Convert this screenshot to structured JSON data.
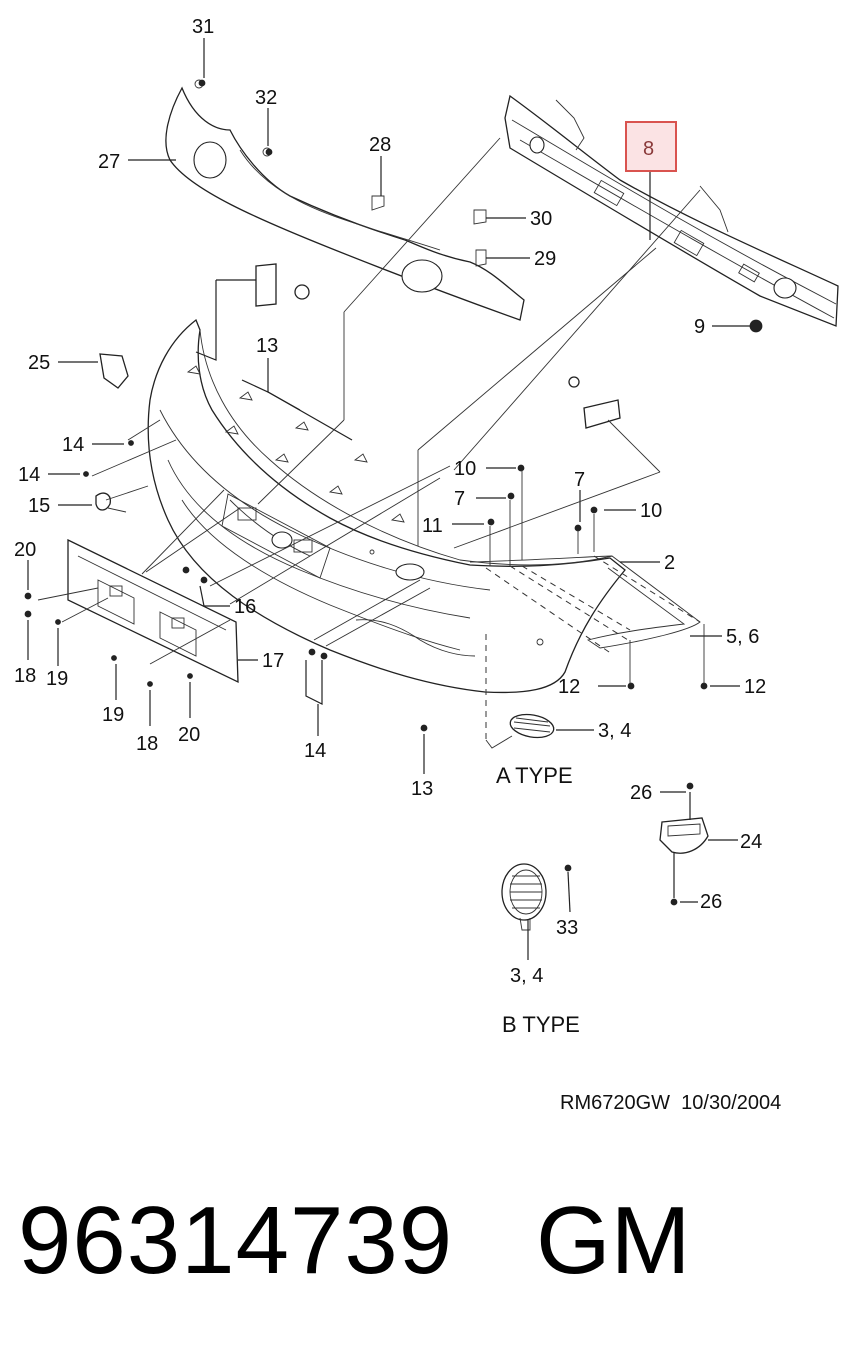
{
  "diagram": {
    "callouts": {
      "c31": "31",
      "c32": "32",
      "c27": "27",
      "c28": "28",
      "c30": "30",
      "c29": "29",
      "c8": "8",
      "c9": "9",
      "c13_top": "13",
      "c25": "25",
      "c14_a": "14",
      "c14_b": "14",
      "c15": "15",
      "c10_a": "10",
      "c7_a": "7",
      "c7_b": "7",
      "c10_b": "10",
      "c11": "11",
      "c2": "2",
      "c20_a": "20",
      "c16": "16",
      "c18_a": "18",
      "c19_a": "19",
      "c17": "17",
      "c56": "5, 6",
      "c12_a": "12",
      "c12_b": "12",
      "c19_b": "19",
      "c18_b": "18",
      "c20_b": "20",
      "c14_c": "14",
      "c13_bottom": "13",
      "c34_a": "3, 4",
      "c26_a": "26",
      "c24": "24",
      "c26_b": "26",
      "c33": "33",
      "c34_b": "3, 4"
    },
    "highlighted_callout": "8",
    "highlight_color": "#d9534f",
    "highlight_fill": "#fbe3e4",
    "type_a_label": "A TYPE",
    "type_b_label": "B TYPE"
  },
  "footer": {
    "doc_code": "RM6720GW  10/30/2004",
    "part_number": "96314739",
    "brand": "GM"
  }
}
